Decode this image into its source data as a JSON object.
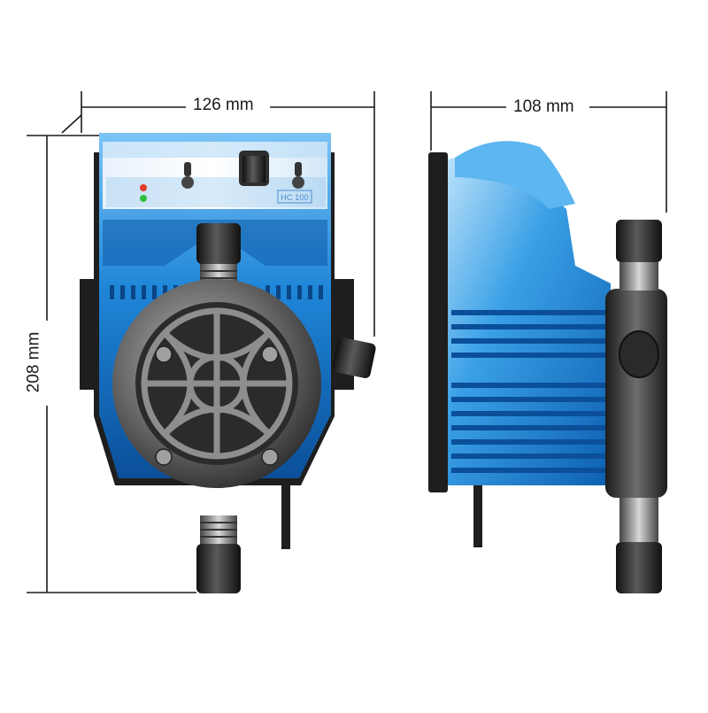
{
  "dimensions": {
    "front_width": "126 mm",
    "side_width": "108 mm",
    "height": "208 mm"
  },
  "model_badge": "HC 100",
  "colors": {
    "body_blue": "#1f86d8",
    "body_dark_blue": "#0b4f9a",
    "housing_black": "#1e1e1e",
    "pump_head_grey": "#6b6b6b",
    "dimension_line": "#1a1a1a"
  }
}
